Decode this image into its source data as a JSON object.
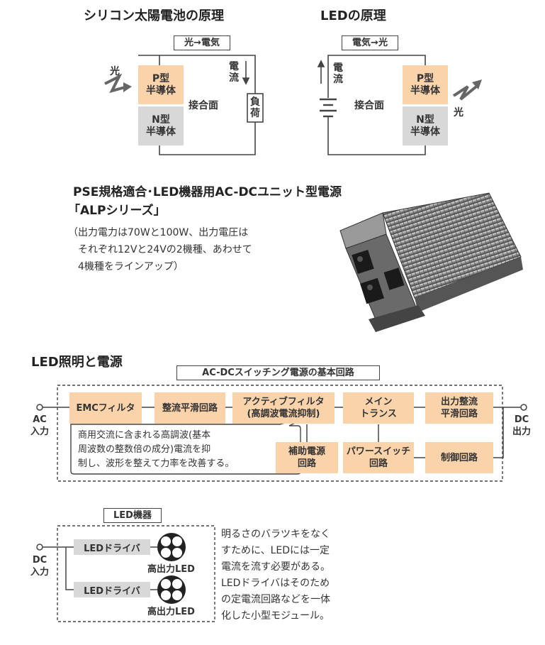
{
  "solar": {
    "title": "シリコン太陽電池の原理",
    "tag": "光→電気",
    "light": "光",
    "p_type": [
      "P型",
      "半導体"
    ],
    "n_type": [
      "N型",
      "半導体"
    ],
    "junction": "接合面",
    "current": "電流",
    "load": "負荷"
  },
  "led": {
    "title": "LEDの原理",
    "tag": "電気→光",
    "current": "電流",
    "p_type": [
      "P型",
      "半導体"
    ],
    "n_type": [
      "N型",
      "半導体"
    ],
    "junction": "接合面",
    "light": "光"
  },
  "product": {
    "title_line1": "PSE規格適合･LED機器用AC-DCユニット型電源",
    "title_line2": "「ALPシリーズ」",
    "desc_lines": [
      "（出力電力は70Wと100W、出力電圧は",
      "それぞれ12Vと24Vの2機種、あわせて",
      "4機種をラインアップ）"
    ]
  },
  "power": {
    "section_title": "LED照明と電源",
    "tag": "AC-DCスイッチング電源の基本回路",
    "ac_in": [
      "AC",
      "入力"
    ],
    "dc_out": [
      "DC",
      "出力"
    ],
    "blocks": {
      "emc": "EMCフィルタ",
      "rect": "整流平滑回路",
      "active": [
        "アクティブフィルタ",
        "(高調波電流抑制)"
      ],
      "main": [
        "メイン",
        "トランス"
      ],
      "out_rect": [
        "出力整流",
        "平滑回路"
      ],
      "aux": [
        "補助電源",
        "回路"
      ],
      "switch": [
        "パワースイッチ",
        "回路"
      ],
      "control": "制御回路"
    },
    "note_lines": [
      "商用交流に含まれる高調波(基本",
      "周波数の整数倍の成分)電流を抑",
      "制し、波形を整えて力率を改善する。"
    ]
  },
  "ledunit": {
    "tag": "LED機器",
    "dc_in": [
      "DC",
      "入力"
    ],
    "driver": "LEDドライバ",
    "led_label": "高出力LED",
    "desc_lines": [
      "明るさのバラツキをなく",
      "すために、LEDには一定",
      "電流を流す必要がある。",
      "LEDドライバはそのため",
      "の定電流回路などを一体",
      "化した小型モジュール。"
    ]
  }
}
